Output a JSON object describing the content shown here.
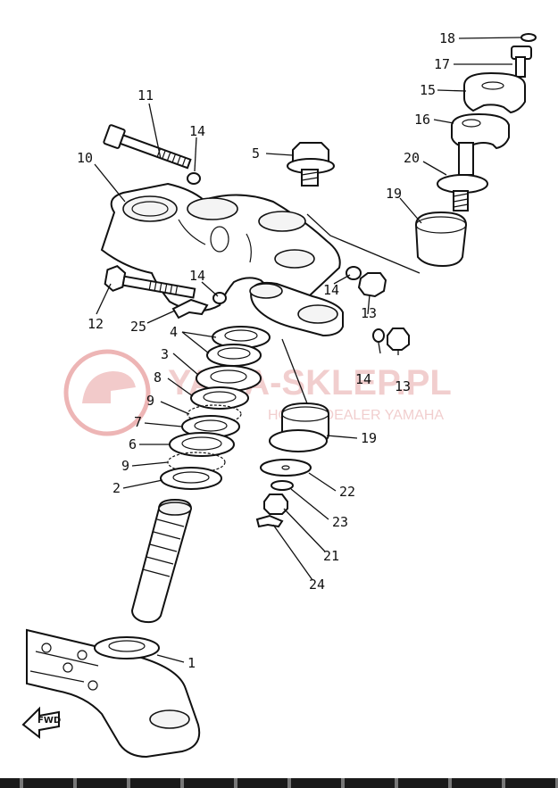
{
  "diagram": {
    "callouts": [
      {
        "id": "18",
        "label": "18"
      },
      {
        "id": "17",
        "label": "17"
      },
      {
        "id": "15",
        "label": "15"
      },
      {
        "id": "16",
        "label": "16"
      },
      {
        "id": "20",
        "label": "20"
      },
      {
        "id": "19a",
        "label": "19"
      },
      {
        "id": "11",
        "label": "11"
      },
      {
        "id": "14a",
        "label": "14"
      },
      {
        "id": "5",
        "label": "5"
      },
      {
        "id": "10",
        "label": "10"
      },
      {
        "id": "14b",
        "label": "14"
      },
      {
        "id": "14c",
        "label": "14"
      },
      {
        "id": "13a",
        "label": "13"
      },
      {
        "id": "12",
        "label": "12"
      },
      {
        "id": "25",
        "label": "25"
      },
      {
        "id": "4",
        "label": "4"
      },
      {
        "id": "3",
        "label": "3"
      },
      {
        "id": "14d",
        "label": "14"
      },
      {
        "id": "13b",
        "label": "13"
      },
      {
        "id": "8",
        "label": "8"
      },
      {
        "id": "9a",
        "label": "9"
      },
      {
        "id": "7",
        "label": "7"
      },
      {
        "id": "19b",
        "label": "19"
      },
      {
        "id": "6",
        "label": "6"
      },
      {
        "id": "9b",
        "label": "9"
      },
      {
        "id": "22",
        "label": "22"
      },
      {
        "id": "2",
        "label": "2"
      },
      {
        "id": "23",
        "label": "23"
      },
      {
        "id": "21",
        "label": "21"
      },
      {
        "id": "24",
        "label": "24"
      },
      {
        "id": "1",
        "label": "1"
      }
    ],
    "direction_marker": "FWD"
  },
  "watermark": {
    "brand": "YAMA-SKLEP.PL",
    "tagline": "HOWY | DEALER YAMAHA",
    "color": "#e07a7a"
  }
}
